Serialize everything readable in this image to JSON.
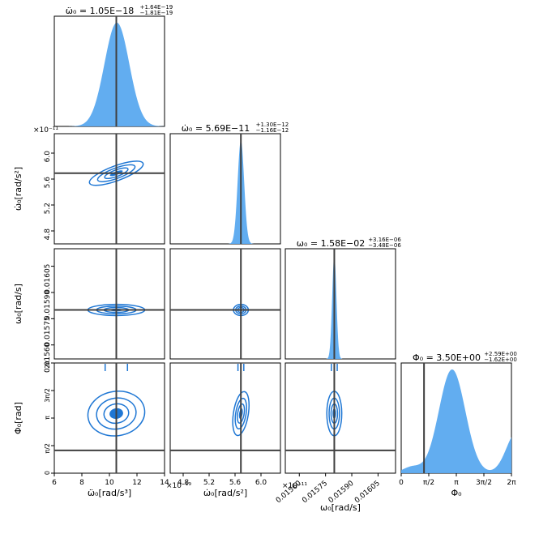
{
  "chart_data": {
    "type": "corner",
    "colors": {
      "fill": "#5aa9ef",
      "line": "#1f77d4",
      "truth": "#404040"
    },
    "parameters": [
      {
        "key": "fddot",
        "title": "ω̈₀ = 1.05E−18",
        "sup": "+1.64E−19",
        "sub": "−1.81E−19",
        "axis_label": "ω̈₀[rad/s³]",
        "offset": "×10⁻¹⁹",
        "range": [
          6,
          14
        ],
        "ticks": [
          6,
          8,
          10,
          12,
          14
        ],
        "tick_labels": [
          "6",
          "8",
          "10",
          "12",
          "14"
        ],
        "truth": 10.5,
        "mean": 10.5,
        "sigma": 0.9
      },
      {
        "key": "fdot",
        "title": "ω̇₀ = 5.69E−11",
        "sup": "+1.30E−12",
        "sub": "−1.16E−12",
        "axis_label": "ω̇₀[rad/s²]",
        "offset": "×10⁻¹¹",
        "range": [
          4.6,
          6.3
        ],
        "ticks": [
          4.8,
          5.2,
          5.6,
          6.0
        ],
        "tick_labels": [
          "4.8",
          "5.2",
          "5.6",
          "6.0"
        ],
        "truth": 5.69,
        "mean": 5.69,
        "sigma": 0.05
      },
      {
        "key": "f",
        "title": "ω₀ = 1.58E−02",
        "sup": "+3.16E−06",
        "sub": "−3.48E−06",
        "axis_label": "ω₀[rad/s]",
        "offset": "",
        "range": [
          0.01552,
          0.01615
        ],
        "ticks": [
          0.0156,
          0.01575,
          0.0159,
          0.01605
        ],
        "tick_labels": [
          "0.01560",
          "0.01575",
          "0.01590",
          "0.01605"
        ],
        "truth": 0.0158,
        "mean": 0.0158,
        "sigma": 1.2e-05
      },
      {
        "key": "phi",
        "title": "Φ₀ = 3.50E+00",
        "sup": "+2.59E+00",
        "sub": "−1.62E+00",
        "axis_label": "Φ₀[rad]",
        "x_axis_label": "Φ₀",
        "offset": "",
        "range": [
          0,
          6.2832
        ],
        "ticks": [
          0,
          1.5708,
          3.1416,
          4.7124,
          6.2832
        ],
        "tick_labels": [
          "0",
          "π/2",
          "π",
          "3π/2",
          "2π"
        ],
        "truth": 1.3,
        "mean": 3.5,
        "sigma": 1.6
      }
    ],
    "diagonal_labels": [
      "ω̈₀ = 1.05E−18",
      "ω̇₀ = 5.69E−11",
      "ω₀ = 1.58E−02",
      "Φ₀ = 3.50E+00"
    ]
  }
}
